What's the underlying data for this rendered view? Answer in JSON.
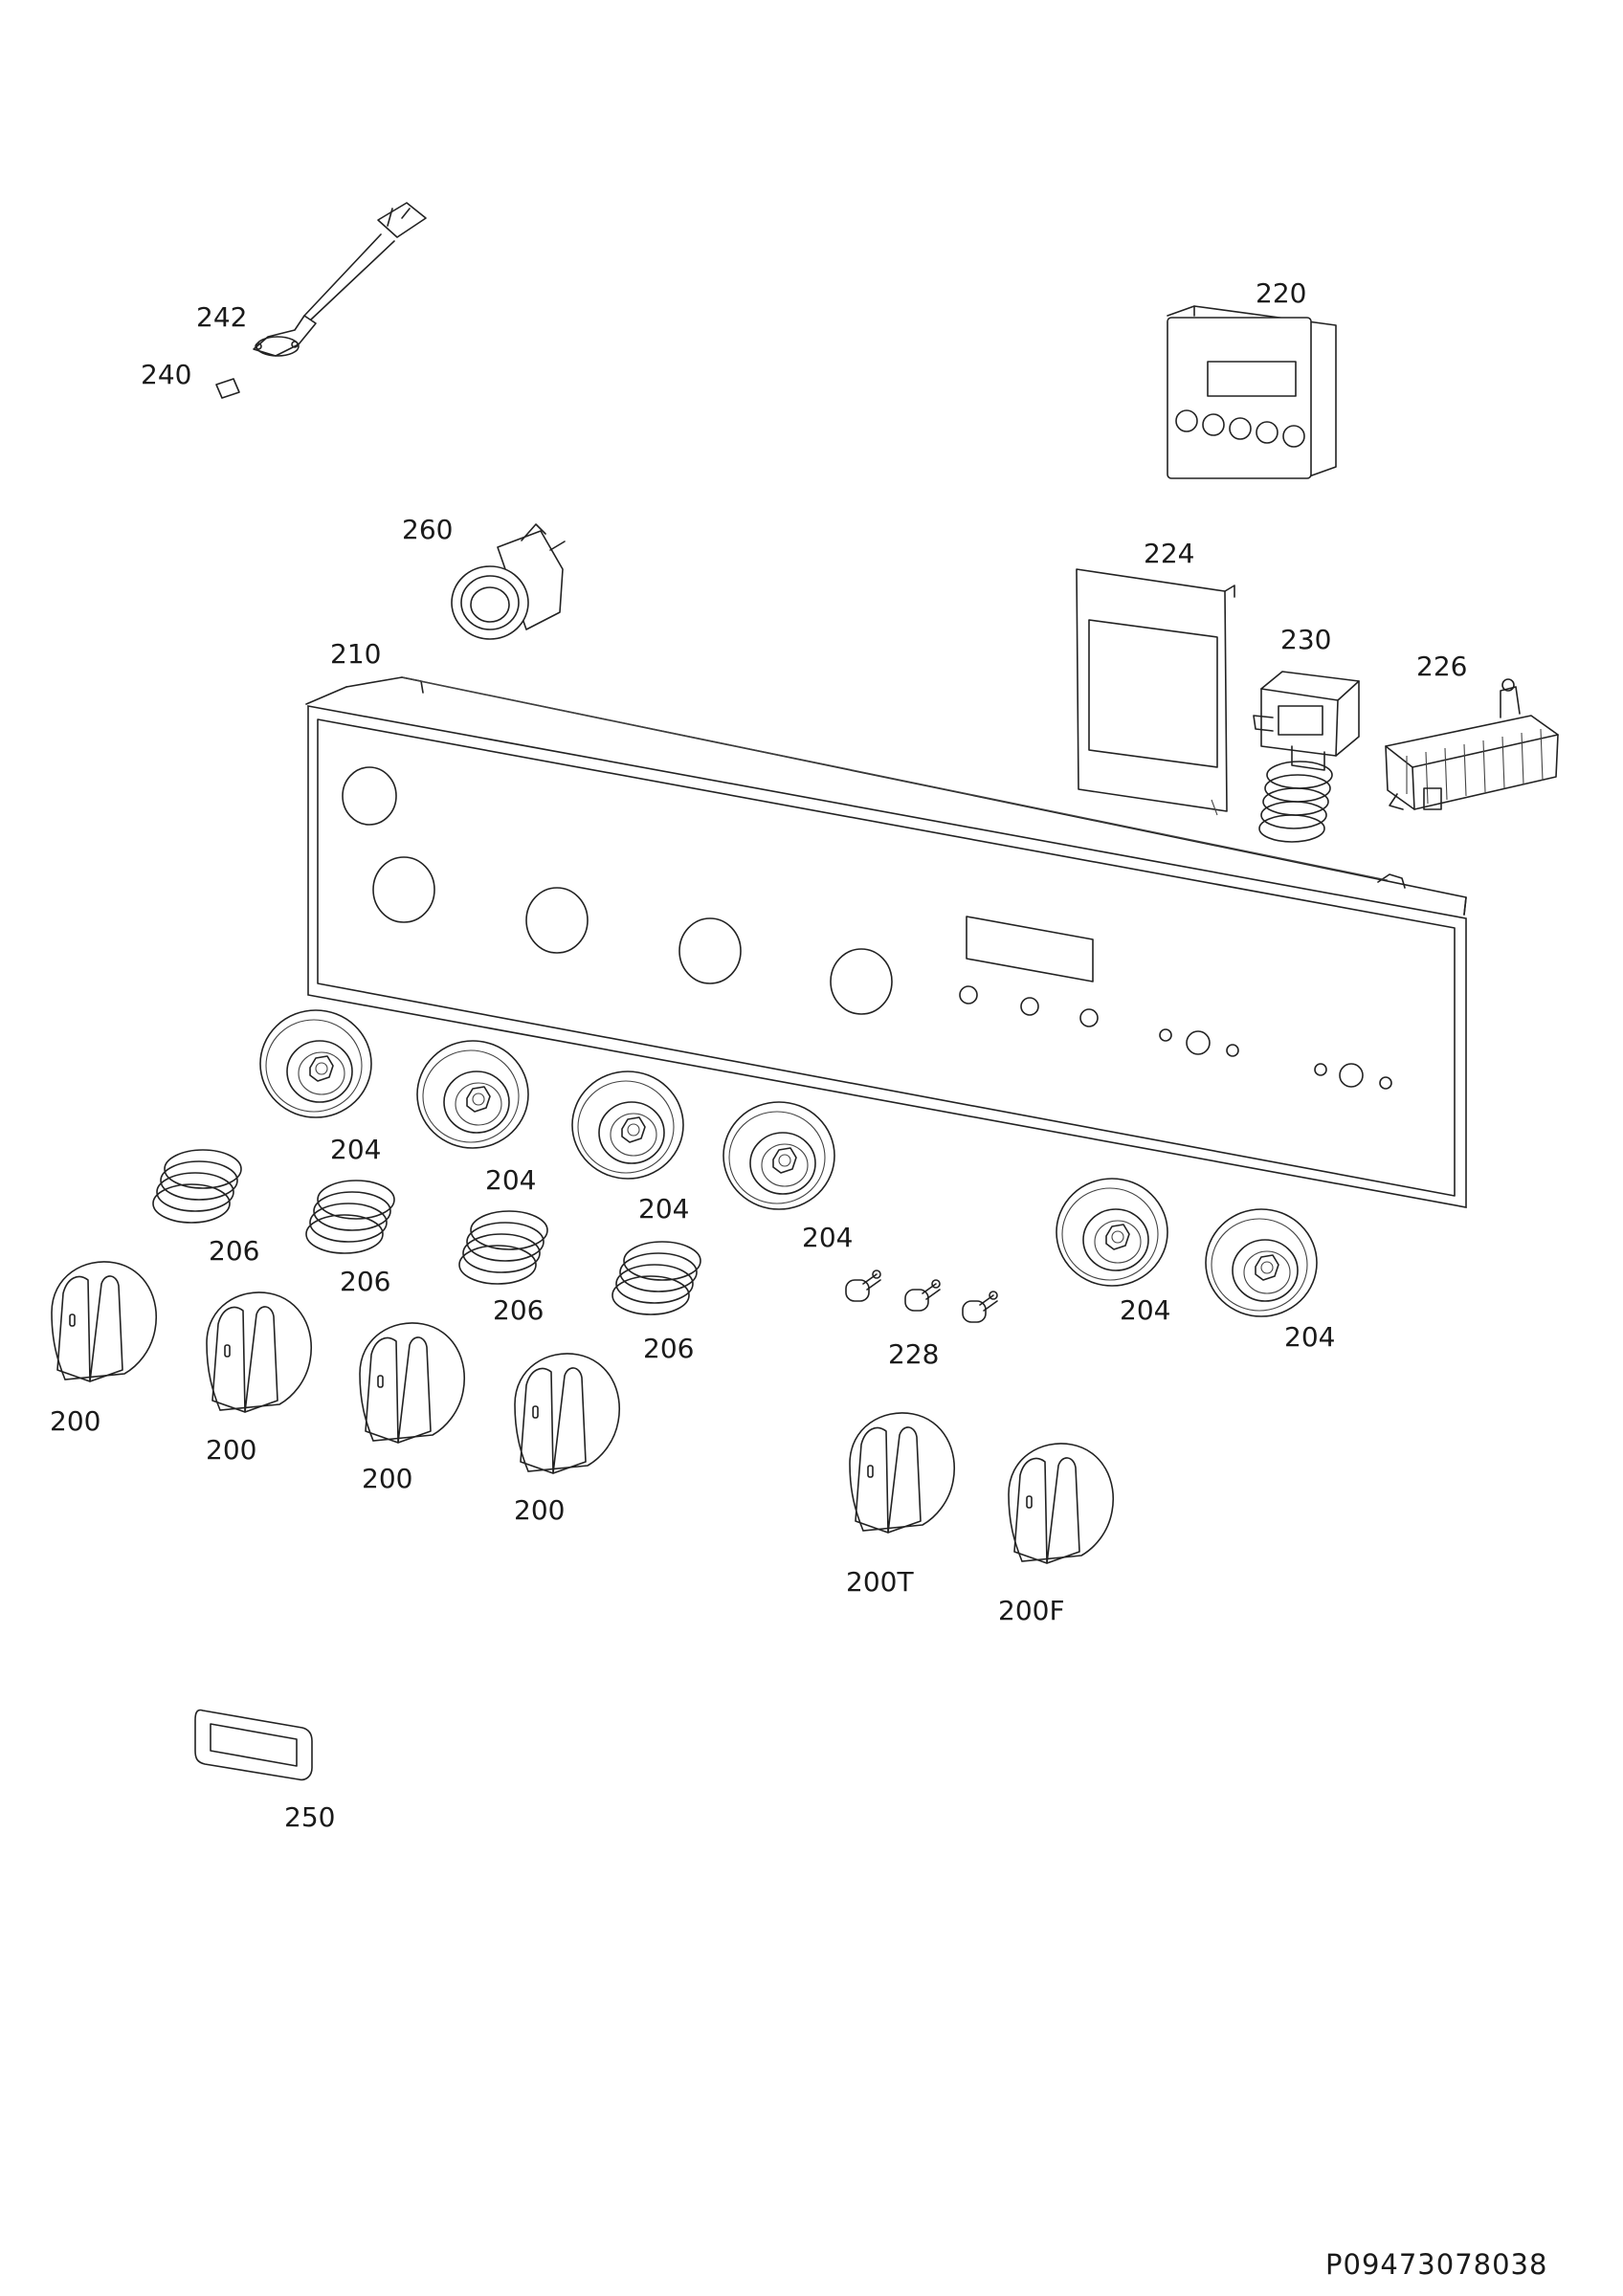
{
  "diagram": {
    "document_code": "P09473078038",
    "labels": {
      "p242": "242",
      "p240": "240",
      "p220": "220",
      "p260": "260",
      "p224": "224",
      "p210": "210",
      "p230": "230",
      "p226": "226",
      "p204a": "204",
      "p204b": "204",
      "p204c": "204",
      "p204d": "204",
      "p204e": "204",
      "p204f": "204",
      "p206a": "206",
      "p206b": "206",
      "p206c": "206",
      "p206d": "206",
      "p228": "228",
      "p200a": "200",
      "p200b": "200",
      "p200c": "200",
      "p200d": "200",
      "p200T": "200T",
      "p200F": "200F",
      "p250": "250"
    }
  }
}
